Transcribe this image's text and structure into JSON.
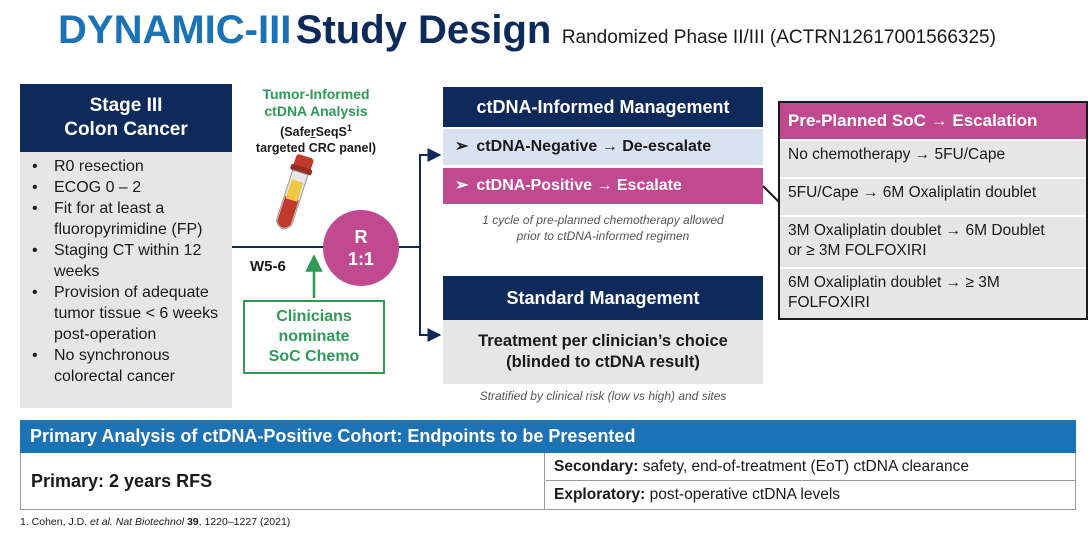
{
  "title": {
    "main_blue": "DYNAMIC-III",
    "main_navy": "Study Design",
    "subtitle": "Randomized Phase II/III (ACTRN12617001566325)"
  },
  "eligibility": {
    "heading_line1": "Stage III",
    "heading_line2": "Colon Cancer",
    "items": [
      "R0 resection",
      "ECOG 0 – 2",
      "Fit for at least a fluoropyrimidine (FP)",
      "Staging CT within 12 weeks",
      "Provision of adequate tumor tissue < 6 weeks post-operation",
      "No synchronous colorectal cancer"
    ]
  },
  "tumor_informed": {
    "line1": "Tumor-Informed",
    "line2": "ctDNA Analysis",
    "assay_prefix": "(Safe",
    "assay_underlined": "r",
    "assay_suffix": "SeqS",
    "assay_sup": "1",
    "panel": "targeted CRC panel)"
  },
  "timepoint": "W5-6",
  "randomization": {
    "line1": "R",
    "line2": "1:1"
  },
  "clinicians_box": {
    "line1": "Clinicians",
    "line2": "nominate",
    "line3": "SoC Chemo"
  },
  "ctdna_arm": {
    "heading": "ctDNA-Informed Management",
    "negative": "ctDNA-Negative → De-escalate",
    "positive": "ctDNA-Positive → Escalate",
    "chevron": "➢",
    "note_line1": "1 cycle of pre-planned chemotherapy allowed",
    "note_line2": "prior to ctDNA-informed regimen"
  },
  "standard_arm": {
    "heading": "Standard Management",
    "body_line1": "Treatment per clinician’s choice",
    "body_line2": "(blinded to ctDNA result)",
    "note": "Stratified by clinical risk (low vs high) and sites"
  },
  "escalation": {
    "heading": "Pre-Planned SoC → Escalation",
    "rows": [
      [
        "No chemotherapy → 5FU/Cape"
      ],
      [
        "5FU/Cape → 6M Oxaliplatin doublet"
      ],
      [
        "3M Oxaliplatin doublet → 6M Doublet",
        "or ≥ 3M FOLFOXIRI"
      ],
      [
        "6M Oxaliplatin doublet → ≥ 3M",
        "FOLFOXIRI"
      ]
    ]
  },
  "primary_analysis": {
    "heading": "Primary Analysis of ctDNA-Positive Cohort: Endpoints to be Presented",
    "primary": "Primary: 2 years RFS",
    "secondary_label": "Secondary:",
    "secondary_text": "safety, end-of-treatment (EoT) ctDNA clearance",
    "exploratory_label": "Exploratory:",
    "exploratory_text": "post-operative ctDNA levels"
  },
  "reference": {
    "authors": "1. Cohen, J.D. ",
    "etal": "et al.",
    "journal": " Nat Biotechnol ",
    "volume": "39",
    "pages": ", 1220–1227 (2021)"
  },
  "colors": {
    "title_blue": "#1b73b6",
    "navy": "#0e2a5b",
    "magenta": "#c0498f",
    "green": "#2e9a58",
    "light_blue": "#d9e2f0",
    "grey": "#e6e6e6"
  }
}
